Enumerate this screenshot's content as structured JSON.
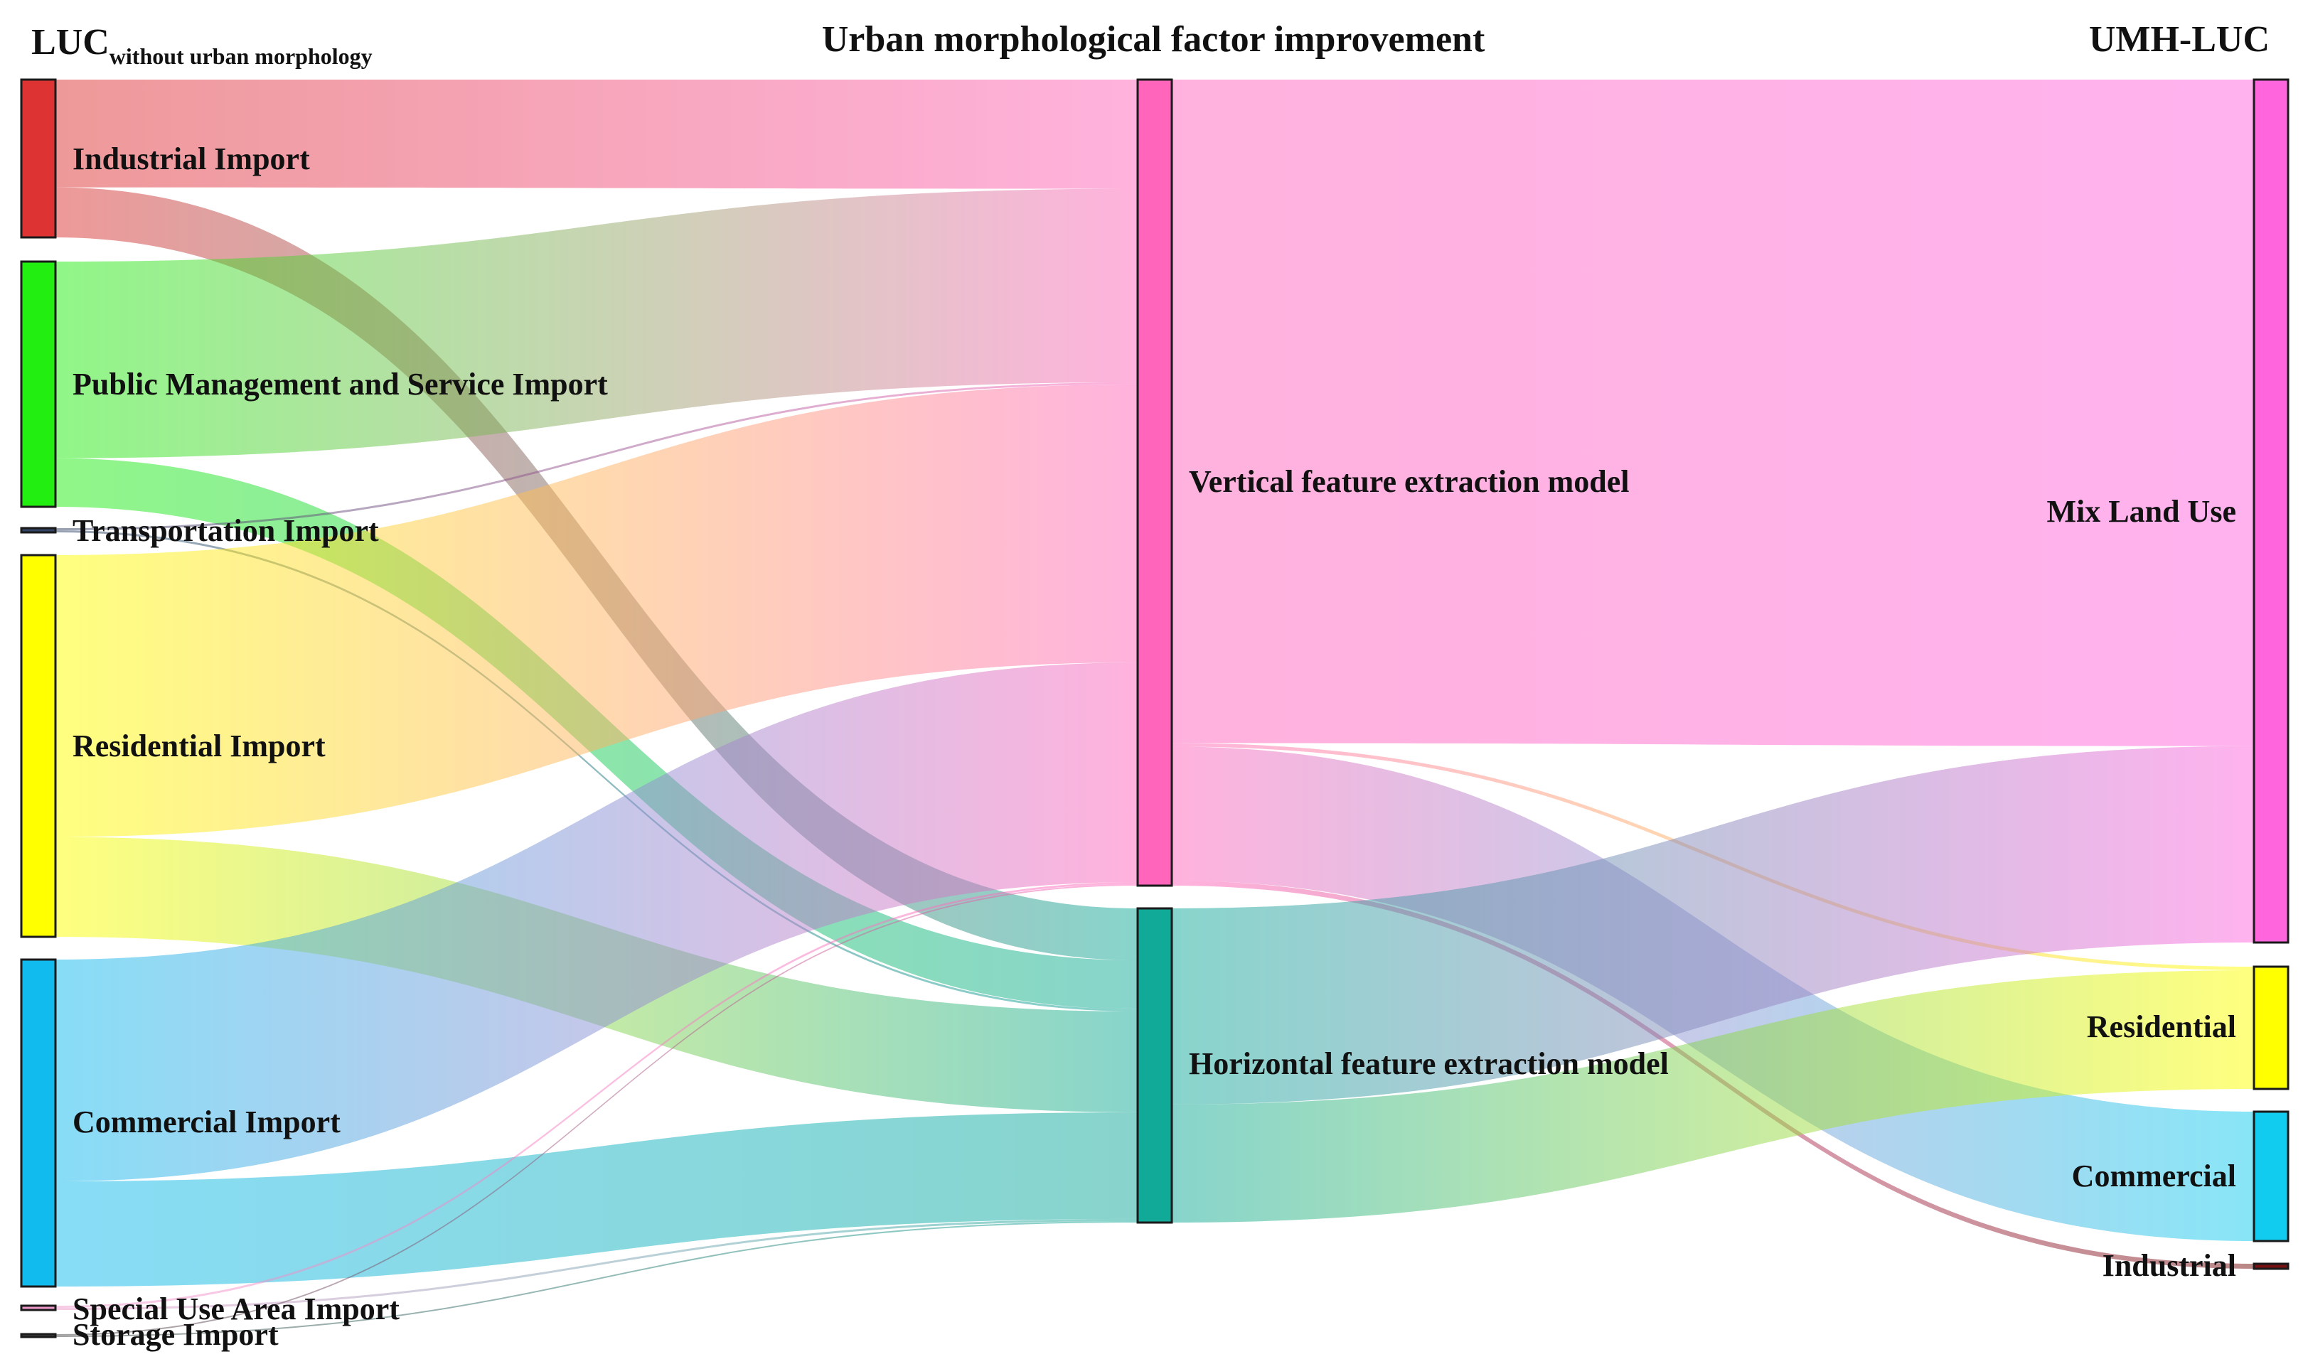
{
  "headers": {
    "left_main": "LUC",
    "left_sub": "without urban morphology",
    "middle": "Urban morphological factor improvement",
    "right": "UMH-LUC"
  },
  "nodes": {
    "industrial_import": {
      "label": "Industrial Import",
      "color": "#dd3333"
    },
    "public_import": {
      "label": "Public Management and Service Import",
      "color": "#22ee11"
    },
    "transport_import": {
      "label": "Transportation Import",
      "color": "#334466"
    },
    "residential_import": {
      "label": "Residential Import",
      "color": "#ffff00"
    },
    "commercial_import": {
      "label": "Commercial Import",
      "color": "#11bbee"
    },
    "special_import": {
      "label": "Special Use Area Import",
      "color": "#ee99cc"
    },
    "storage_import": {
      "label": "Storage Import",
      "color": "#444444"
    },
    "vertical": {
      "label": "Vertical feature extraction model",
      "color": "#ff66bb"
    },
    "horizontal": {
      "label": "Horizontal feature extraction model",
      "color": "#11aa99"
    },
    "mix": {
      "label": "Mix Land Use",
      "color": "#ff66dd"
    },
    "residential_out": {
      "label": "Residential",
      "color": "#ffff00"
    },
    "commercial_out": {
      "label": "Commercial",
      "color": "#11ccee"
    },
    "industrial_out": {
      "label": "Industrial",
      "color": "#771111"
    }
  },
  "links": [
    {
      "source": "industrial_import",
      "target": "vertical",
      "value": 155
    },
    {
      "source": "industrial_import",
      "target": "horizontal",
      "value": 72
    },
    {
      "source": "public_import",
      "target": "vertical",
      "value": 275
    },
    {
      "source": "public_import",
      "target": "horizontal",
      "value": 68
    },
    {
      "source": "transport_import",
      "target": "vertical",
      "value": 3
    },
    {
      "source": "transport_import",
      "target": "horizontal",
      "value": 3
    },
    {
      "source": "residential_import",
      "target": "vertical",
      "value": 395
    },
    {
      "source": "residential_import",
      "target": "horizontal",
      "value": 140
    },
    {
      "source": "commercial_import",
      "target": "vertical",
      "value": 312
    },
    {
      "source": "commercial_import",
      "target": "horizontal",
      "value": 148
    },
    {
      "source": "special_import",
      "target": "vertical",
      "value": 3
    },
    {
      "source": "special_import",
      "target": "horizontal",
      "value": 3
    },
    {
      "source": "storage_import",
      "target": "vertical",
      "value": 2
    },
    {
      "source": "storage_import",
      "target": "horizontal",
      "value": 2
    },
    {
      "source": "vertical",
      "target": "mix",
      "value": 940
    },
    {
      "source": "vertical",
      "target": "residential_out",
      "value": 5
    },
    {
      "source": "vertical",
      "target": "commercial_out",
      "value": 190
    },
    {
      "source": "vertical",
      "target": "industrial_out",
      "value": 7
    },
    {
      "source": "horizontal",
      "target": "mix",
      "value": 277
    },
    {
      "source": "horizontal",
      "target": "residential_out",
      "value": 167
    }
  ]
}
